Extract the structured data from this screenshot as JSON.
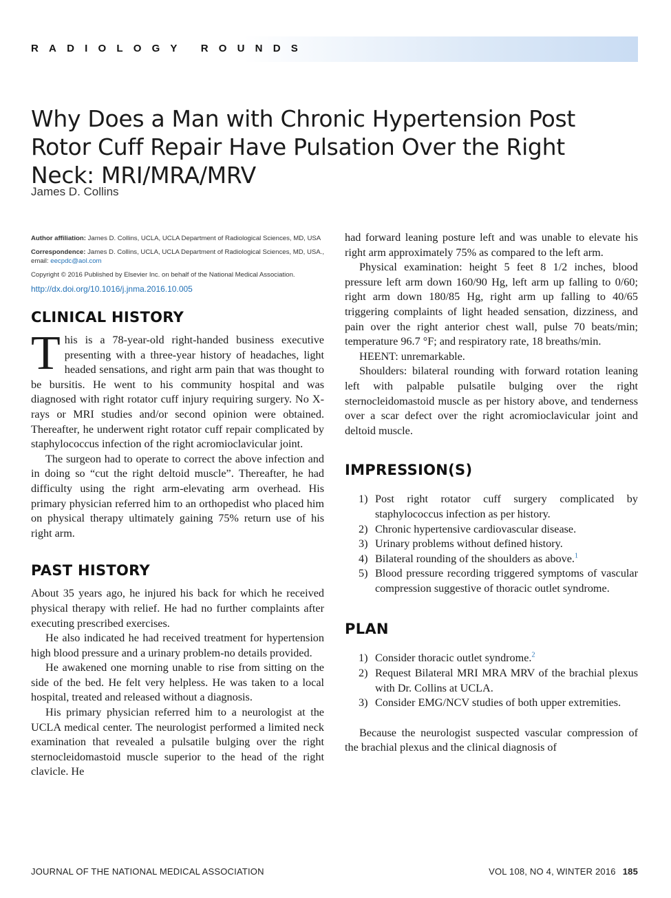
{
  "header": {
    "section": "RADIOLOGY ROUNDS"
  },
  "article": {
    "title": "Why Does a Man with Chronic Hypertension Post Rotor Cuff Repair Have Pulsation Over the Right Neck: MRI/MRA/MRV",
    "author": "James D. Collins"
  },
  "meta": {
    "affiliation_label": "Author affiliation:",
    "affiliation_text": "James D. Collins, UCLA, UCLA Department of Radiological Sciences, MD, USA",
    "correspondence_label": "Correspondence:",
    "correspondence_text": "James D. Collins, UCLA, UCLA Department of Radiological Sciences, MD, USA., email:",
    "email": "eecpdc@aol.com",
    "copyright": "Copyright © 2016 Published by Elsevier Inc. on behalf of the National Medical Association.",
    "doi": "http://dx.doi.org/10.1016/j.jnma.2016.10.005"
  },
  "clinical_history": {
    "heading": "CLINICAL HISTORY",
    "dropcap": "T",
    "p1_rest": "his is a 78-year-old right-handed business executive presenting with a three-year history of headaches, light headed sensations, and right arm pain that was thought to be bursitis. He went to his community hospital and was diagnosed with right rotator cuff injury requiring surgery. No X-rays or MRI studies and/or second opinion were obtained. Thereafter, he underwent right rotator cuff repair complicated by staphylococcus infection of the right acromioclavicular joint.",
    "p2": "The surgeon had to operate to correct the above infection and in doing so “cut the right deltoid muscle”. Thereafter, he had difficulty using the right arm-elevating arm overhead. His primary physician referred him to an orthopedist who placed him on physical therapy ultimately gaining 75% return use of his right arm."
  },
  "past_history": {
    "heading": "PAST HISTORY",
    "p1": "About 35 years ago, he injured his back for which he received physical therapy with relief. He had no further complaints after executing prescribed exercises.",
    "p2": "He also indicated he had received treatment for hypertension high blood pressure and a urinary problem-no details provided.",
    "p3": "He awakened one morning unable to rise from sitting on the side of the bed. He felt very helpless. He was taken to a local hospital, treated and released without a diagnosis.",
    "p4": "His primary physician referred him to a neurologist at the UCLA medical center. The neurologist performed a limited neck examination that revealed a pulsatile bulging over the right sternocleidomastoid muscle superior to the head of the right clavicle. He"
  },
  "right_column": {
    "p_cont": "had forward leaning posture left and was unable to elevate his right arm approximately 75% as compared to the left arm.",
    "p_exam": "Physical examination: height 5 feet 8 1/2 inches, blood pressure left arm down 160/90 Hg, left arm up falling to 0/60; right arm down 180/85 Hg, right arm up falling to 40/65 triggering complaints of light headed sensation, dizziness, and pain over the right anterior chest wall, pulse 70 beats/min; temperature 96.7 °F; and respiratory rate, 18 breaths/min.",
    "p_heent": "HEENT: unremarkable.",
    "p_shoulders": "Shoulders: bilateral rounding with forward rotation leaning left with palpable pulsatile bulging over the right sternocleidomastoid muscle as per history above, and tenderness over a scar defect over the right acromioclavicular joint and deltoid muscle."
  },
  "impressions": {
    "heading": "IMPRESSION(S)",
    "items": [
      {
        "num": "1)",
        "text": "Post right rotator cuff surgery complicated by staphylococcus infection as per history.",
        "ref": ""
      },
      {
        "num": "2)",
        "text": "Chronic hypertensive cardiovascular disease.",
        "ref": ""
      },
      {
        "num": "3)",
        "text": "Urinary problems without defined history.",
        "ref": ""
      },
      {
        "num": "4)",
        "text": "Bilateral rounding of the shoulders as above.",
        "ref": "1"
      },
      {
        "num": "5)",
        "text": "Blood pressure recording triggered symptoms of vascular compression suggestive of thoracic outlet syndrome.",
        "ref": ""
      }
    ]
  },
  "plan": {
    "heading": "PLAN",
    "items": [
      {
        "num": "1)",
        "text": "Consider thoracic outlet syndrome.",
        "ref": "2"
      },
      {
        "num": "2)",
        "text": "Request Bilateral MRI MRA MRV of the brachial plexus with Dr. Collins at UCLA.",
        "ref": ""
      },
      {
        "num": "3)",
        "text": "Consider EMG/NCV studies of both upper extremities.",
        "ref": ""
      }
    ],
    "p_after": "Because the neurologist suspected vascular compression of the brachial plexus and the clinical diagnosis of"
  },
  "footer": {
    "journal": "JOURNAL OF THE NATIONAL MEDICAL ASSOCIATION",
    "volume": "VOL 108, NO 4, WINTER 2016",
    "page": "185"
  }
}
